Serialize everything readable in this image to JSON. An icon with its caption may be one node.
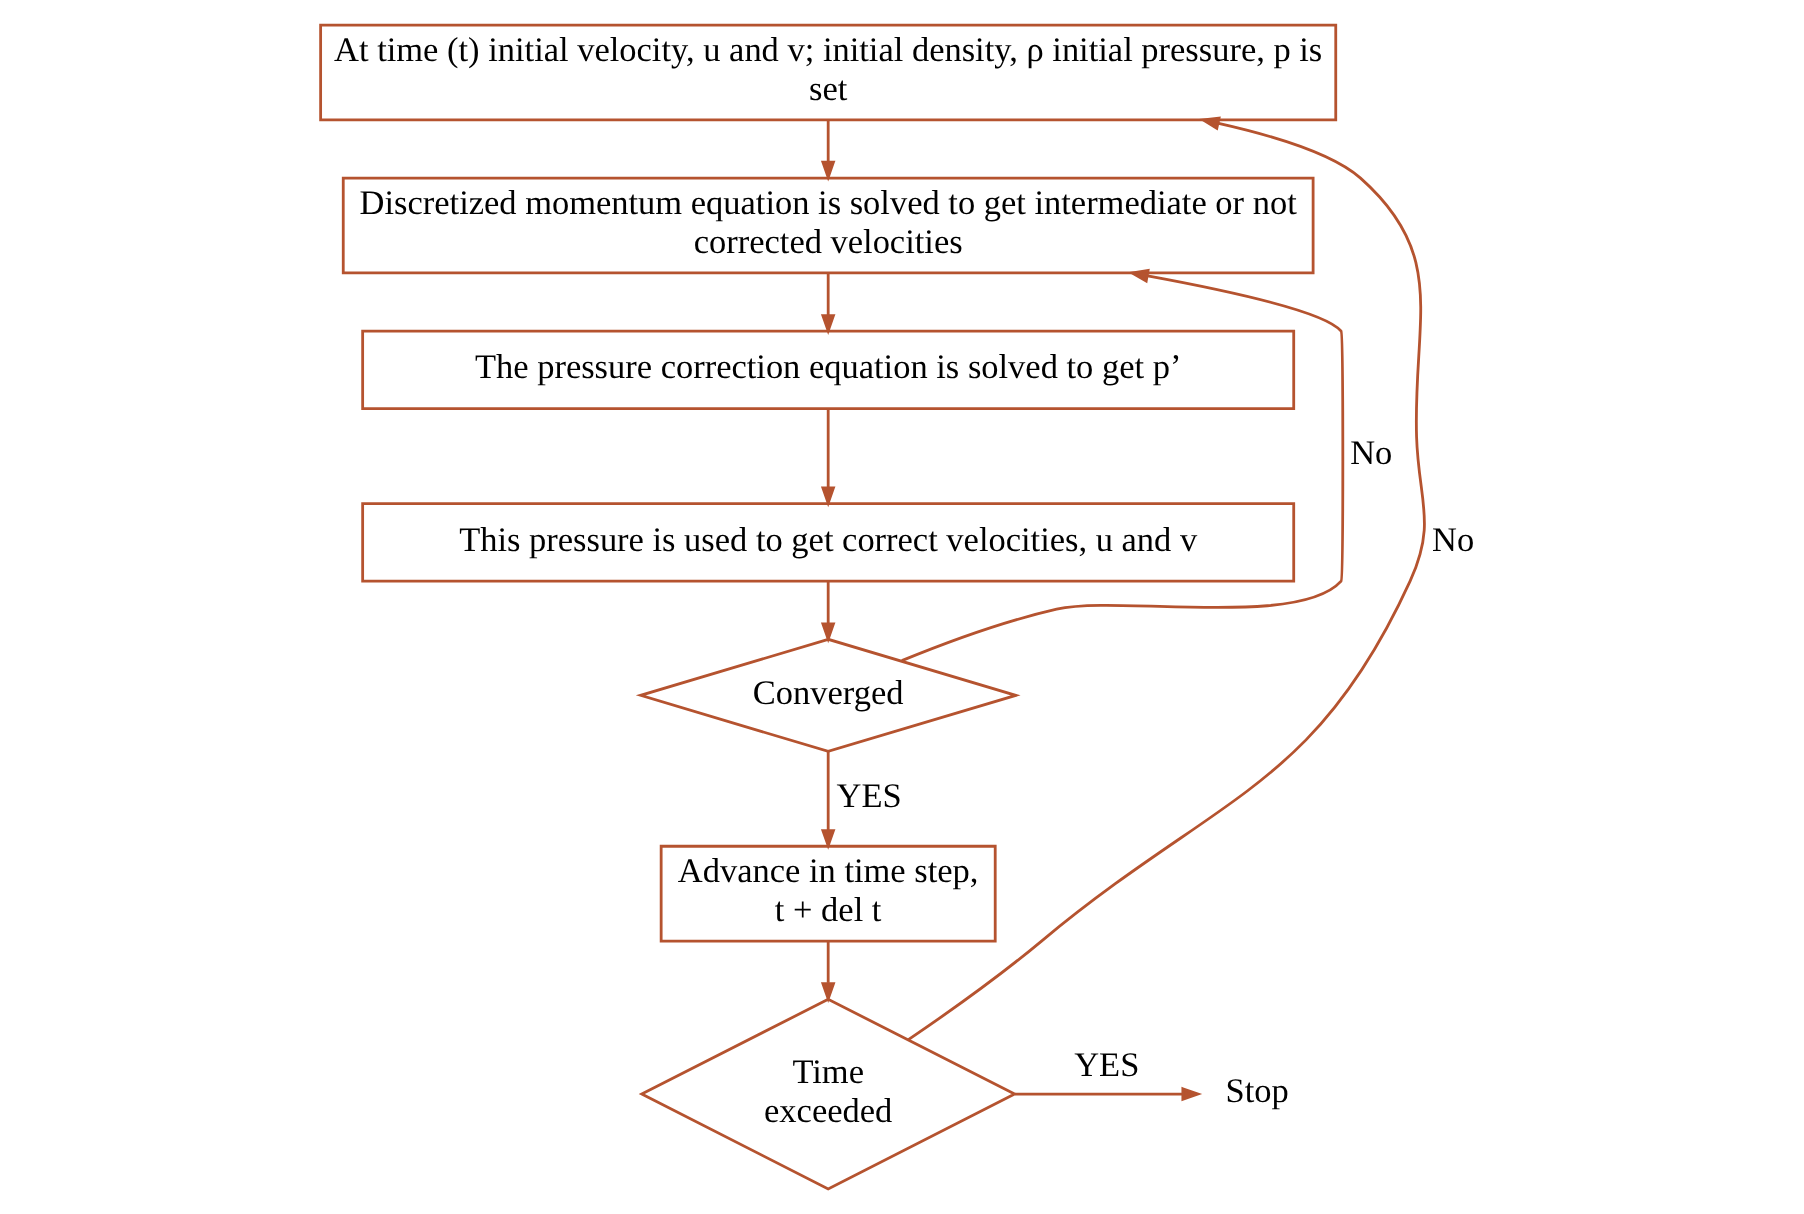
{
  "diagram": {
    "nodes": [
      {
        "text": [
          "At time (t) initial velocity, u and v; initial density, ρ initial pressure, p is set"
        ]
      },
      {
        "text": [
          "Discretized momentum equation is solved to get intermediate or not corrected velocities"
        ]
      },
      {
        "text": [
          "The pressure correction equation is solved to get p’"
        ]
      },
      {
        "text": [
          "This pressure is used to get correct velocities, u and v"
        ]
      },
      {
        "text": [
          "Converged"
        ]
      },
      {
        "text": [
          "Advance in time step, t + del t"
        ]
      },
      {
        "text": [
          "Time exceeded"
        ]
      },
      {
        "text": [
          "Stop"
        ]
      }
    ],
    "edges": [
      {
        "from": 0,
        "to": 1,
        "arrow": "to"
      },
      {
        "from": 1,
        "to": 2,
        "arrow": "to"
      },
      {
        "from": 2,
        "to": 3,
        "arrow": "to"
      },
      {
        "from": 3,
        "to": 4,
        "arrow": "to"
      },
      {
        "from": 4,
        "to": 1,
        "arrow": "to",
        "label": "No"
      },
      {
        "from": 4,
        "to": 5,
        "arrow": "to",
        "label": "YES"
      },
      {
        "from": 5,
        "to": 6,
        "arrow": "to"
      },
      {
        "from": 6,
        "to": 0,
        "arrow": "to",
        "label": "No"
      },
      {
        "from": 6,
        "to": 7,
        "arrow": "to",
        "label": "YES"
      }
    ]
  }
}
